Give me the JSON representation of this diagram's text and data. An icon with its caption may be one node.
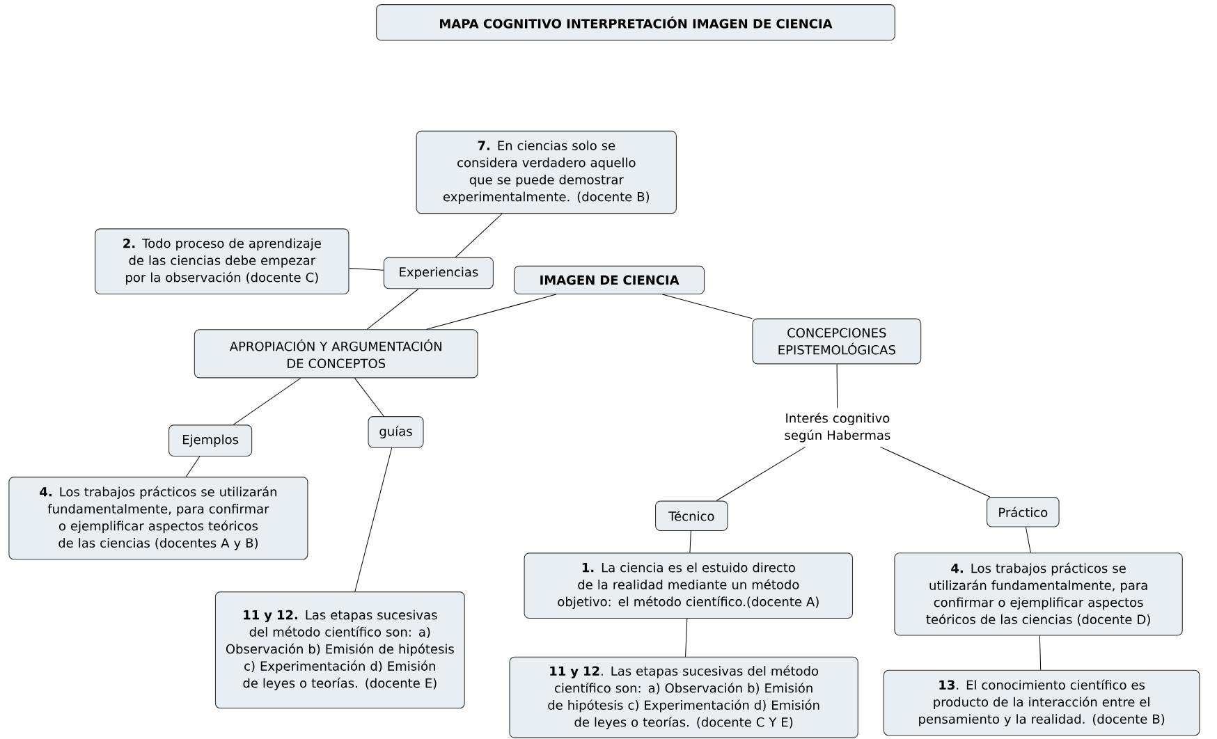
{
  "diagram": {
    "title": "MAPA COGNITIVO INTERPRETACIÓN IMAGEN DE CIENCIA",
    "nodes": [
      {
        "text": [
          "**7.** En ciencias solo se considera verdadero aquello que se puede demostrar experimentalmente. (docente B)"
        ]
      },
      {
        "text": [
          "**2.** Todo proceso de aprendizaje de las ciencias debe empezar por la observación (docente C)"
        ]
      },
      {
        "text": [
          "Experiencias"
        ]
      },
      {
        "text": [
          "IMAGEN DE CIENCIA"
        ]
      },
      {
        "text": [
          "APROPIACIÓN Y ARGUMENTACIÓN DE CONCEPTOS"
        ]
      },
      {
        "text": [
          "CONCEPCIONES EPISTEMOLÓGICAS"
        ]
      },
      {
        "text": [
          "Ejemplos"
        ]
      },
      {
        "text": [
          "guías"
        ]
      },
      {
        "text": [
          "Interés cognitivo según Habermas"
        ]
      },
      {
        "text": [
          "**4.** Los trabajos prácticos se utilizarán fundamentalmente, para confirmar o ejemplificar aspectos teóricos de las ciencias (docentes A y B)"
        ]
      },
      {
        "text": [
          "Técnico"
        ]
      },
      {
        "text": [
          "Práctico"
        ]
      },
      {
        "text": [
          "**11 y 12.** Las etapas sucesivas del método científico son: a) Observación b) Emisión de hipótesis c) Experimentación d) Emisión de leyes o teorías. (docente E)"
        ]
      },
      {
        "text": [
          "**1.** La ciencia es el estuido directo de la realidad mediante un método objetivo: el método científico.(docente A)"
        ]
      },
      {
        "text": [
          "**4.** Los trabajos prácticos se utilizarán fundamentalmente, para confirmar o ejemplificar aspectos teóricos de las ciencias (docente D)"
        ]
      },
      {
        "text": [
          "**11 y 12**. Las etapas sucesivas del método científico son: a) Observación b) Emisión de hipótesis c) Experimentación d) Emisión de leyes o teorías. (docente C Y E)"
        ]
      },
      {
        "text": [
          "**13**. El conocimiento científico es producto de la interacción entre el pensamiento y la realidad. (docente B)"
        ]
      }
    ],
    "edges": [
      {
        "from": 2,
        "to": 0,
        "arrow": "none"
      },
      {
        "from": 1,
        "to": 2,
        "arrow": "none"
      },
      {
        "from": 2,
        "to": 4,
        "arrow": "none"
      },
      {
        "from": 3,
        "to": 4,
        "arrow": "none"
      },
      {
        "from": 3,
        "to": 5,
        "arrow": "none"
      },
      {
        "from": 4,
        "to": 6,
        "arrow": "none"
      },
      {
        "from": 4,
        "to": 7,
        "arrow": "none"
      },
      {
        "from": 5,
        "to": 8,
        "arrow": "none"
      },
      {
        "from": 6,
        "to": 9,
        "arrow": "none"
      },
      {
        "from": 7,
        "to": 12,
        "arrow": "none"
      },
      {
        "from": 8,
        "to": 10,
        "arrow": "none"
      },
      {
        "from": 8,
        "to": 11,
        "arrow": "none"
      },
      {
        "from": 10,
        "to": 13,
        "arrow": "none"
      },
      {
        "from": 11,
        "to": 14,
        "arrow": "none"
      },
      {
        "from": 13,
        "to": 15,
        "arrow": "none"
      },
      {
        "from": 14,
        "to": 16,
        "arrow": "none"
      }
    ]
  }
}
